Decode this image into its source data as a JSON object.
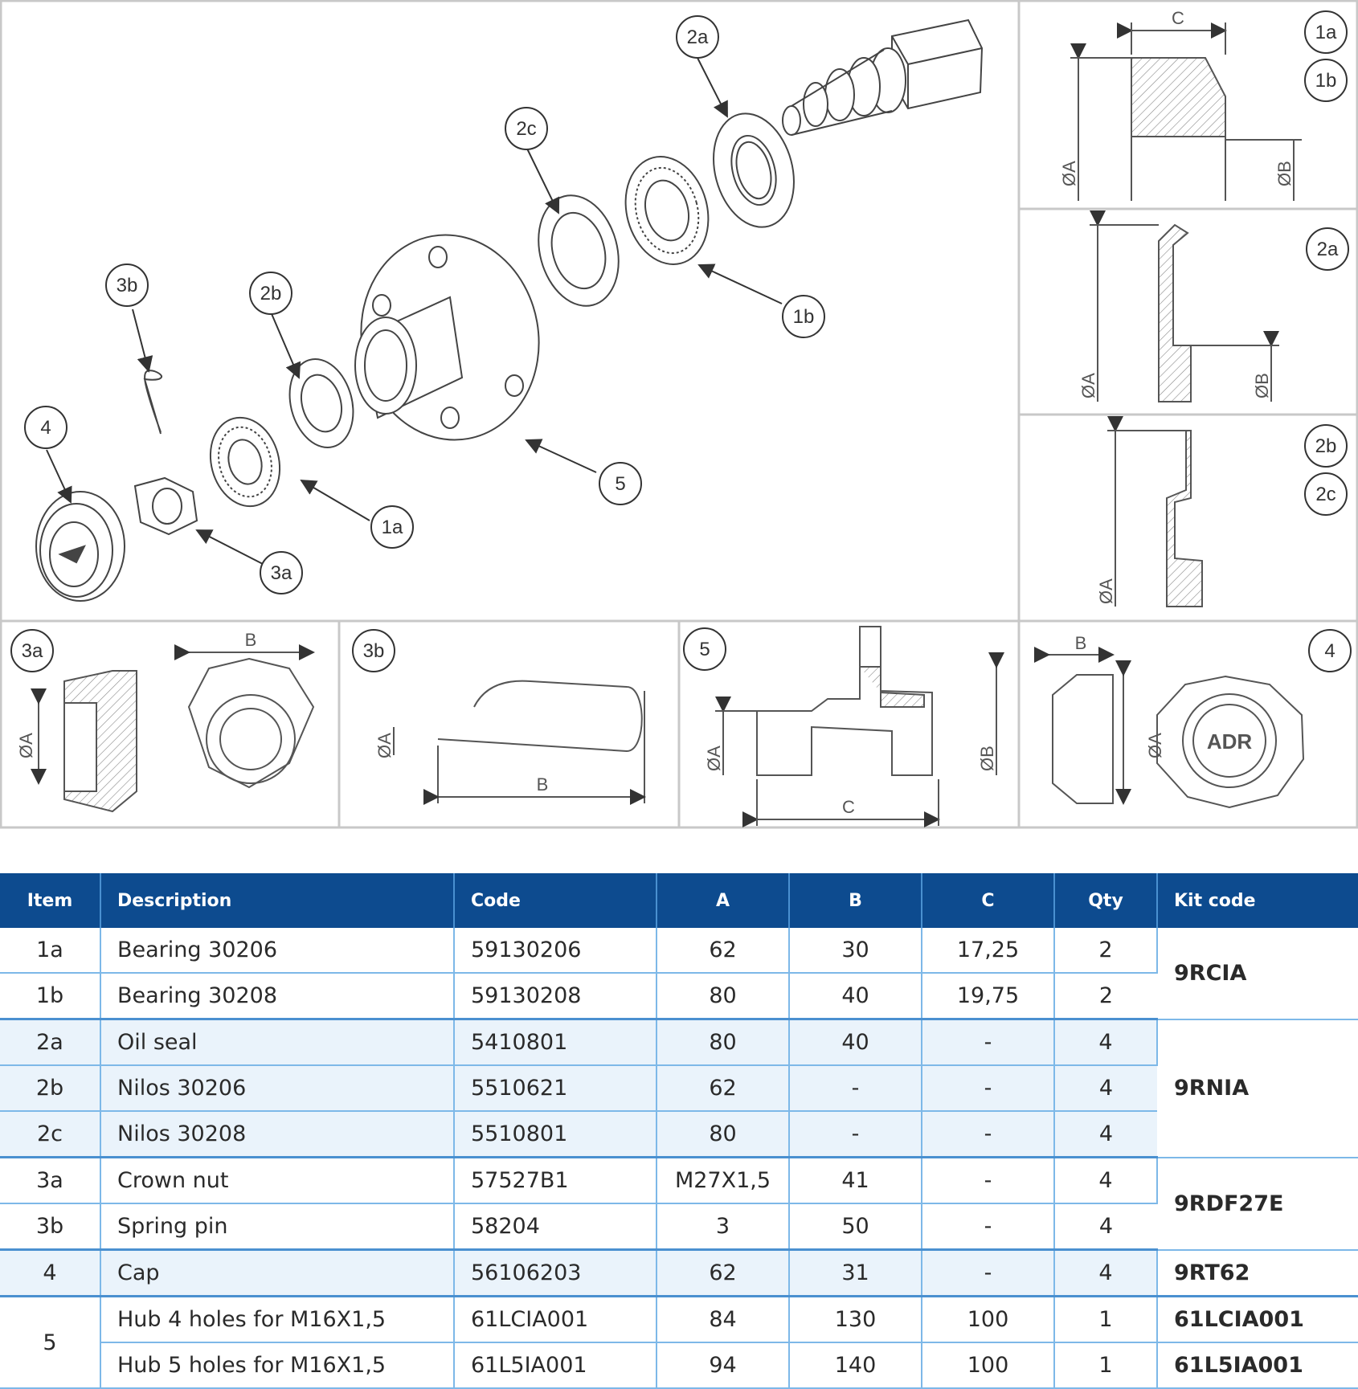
{
  "callouts": {
    "main": [
      "1a",
      "1b",
      "2a",
      "2b",
      "2c",
      "3a",
      "3b",
      "4",
      "5"
    ],
    "top_right": [
      "1a",
      "1b"
    ],
    "mid_right": [
      "2a"
    ],
    "low_right": [
      "2b",
      "2c"
    ],
    "bottom": [
      "3a",
      "3b",
      "5",
      "4"
    ]
  },
  "dim_labels": {
    "c": "C",
    "b": "B",
    "dia_a": "ØA",
    "dia_b": "ØB",
    "adr_logo": "ADR"
  },
  "table": {
    "headers": [
      "Item",
      "Description",
      "Code",
      "A",
      "B",
      "C",
      "Qty",
      "Kit code"
    ],
    "groups": [
      {
        "kit": "9RCIA",
        "rows": [
          {
            "item": "1a",
            "description": "Bearing 30206",
            "code": "59130206",
            "a": "62",
            "b": "30",
            "c": "17,25",
            "qty": "2"
          },
          {
            "item": "1b",
            "description": "Bearing 30208",
            "code": "59130208",
            "a": "80",
            "b": "40",
            "c": "19,75",
            "qty": "2"
          }
        ]
      },
      {
        "kit": "9RNIA",
        "rows": [
          {
            "item": "2a",
            "description": "Oil seal",
            "code": "5410801",
            "a": "80",
            "b": "40",
            "c": "-",
            "qty": "4"
          },
          {
            "item": "2b",
            "description": "Nilos 30206",
            "code": "5510621",
            "a": "62",
            "b": "-",
            "c": "-",
            "qty": "4"
          },
          {
            "item": "2c",
            "description": "Nilos 30208",
            "code": "5510801",
            "a": "80",
            "b": "-",
            "c": "-",
            "qty": "4"
          }
        ]
      },
      {
        "kit": "9RDF27E",
        "rows": [
          {
            "item": "3a",
            "description": "Crown nut",
            "code": "57527B1",
            "a": "M27X1,5",
            "b": "41",
            "c": "-",
            "qty": "4"
          },
          {
            "item": "3b",
            "description": "Spring pin",
            "code": "58204",
            "a": "3",
            "b": "50",
            "c": "-",
            "qty": "4"
          }
        ]
      },
      {
        "kit": "9RT62",
        "rows": [
          {
            "item": "4",
            "description": "Cap",
            "code": "56106203",
            "a": "62",
            "b": "31",
            "c": "-",
            "qty": "4"
          }
        ]
      }
    ],
    "hub": {
      "item": "5",
      "rows": [
        {
          "description": "Hub 4 holes for M16X1,5",
          "code": "61LCIA001",
          "a": "84",
          "b": "130",
          "c": "100",
          "qty": "1",
          "kit": "61LCIA001"
        },
        {
          "description": "Hub 5 holes for M16X1,5",
          "code": "61L5IA001",
          "a": "94",
          "b": "140",
          "c": "100",
          "qty": "1",
          "kit": "61L5IA001"
        }
      ]
    }
  }
}
